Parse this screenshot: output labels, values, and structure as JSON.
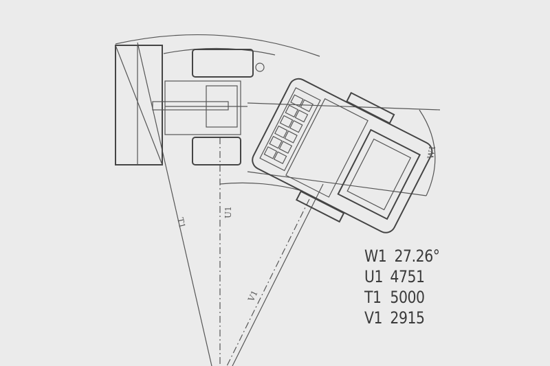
{
  "diagram": {
    "title_labels": {
      "w1": "W1",
      "u1": "U1",
      "t1": "T1",
      "v1": "V1"
    }
  },
  "specs": [
    {
      "key": "W1",
      "value": "27.26°"
    },
    {
      "key": "U1",
      "value": "4751"
    },
    {
      "key": "T1",
      "value": "5000"
    },
    {
      "key": "V1",
      "value": "2915"
    }
  ]
}
